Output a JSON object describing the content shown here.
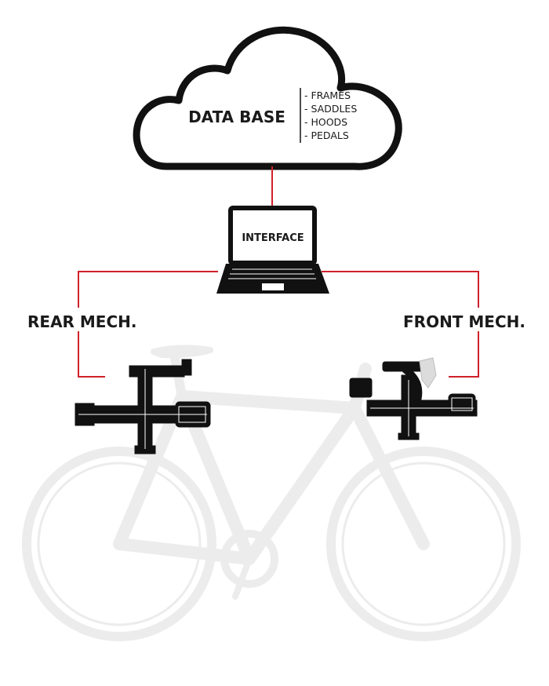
{
  "database": {
    "title": "DATA BASE",
    "items": [
      "- FRAMES",
      "- SADDLES",
      "- HOODS",
      "- PEDALS"
    ]
  },
  "interface": {
    "label": "INTERFACE"
  },
  "rear": {
    "label": "REAR MECH."
  },
  "front": {
    "label": "FRONT MECH."
  },
  "colors": {
    "connector": "#d0202a",
    "ink": "#111111",
    "bike": "#ececec"
  }
}
